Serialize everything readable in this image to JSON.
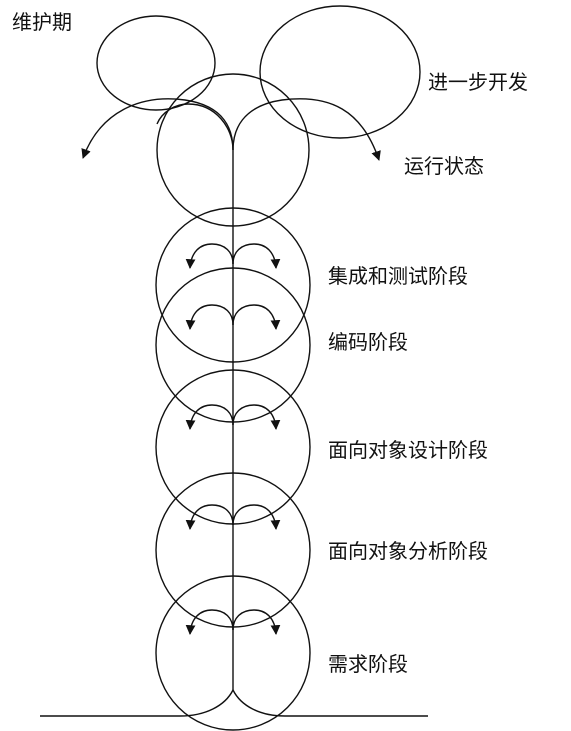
{
  "labels": {
    "maintenance": "维护期",
    "further_dev": "进一步开发",
    "operation": "运行状态",
    "integration_testing": "集成和测试阶段",
    "coding": "编码阶段",
    "oo_design": "面向对象设计阶段",
    "oo_analysis": "面向对象分析阶段",
    "requirements": "需求阶段"
  },
  "colors": {
    "stroke": "#111111",
    "text": "#111111"
  }
}
